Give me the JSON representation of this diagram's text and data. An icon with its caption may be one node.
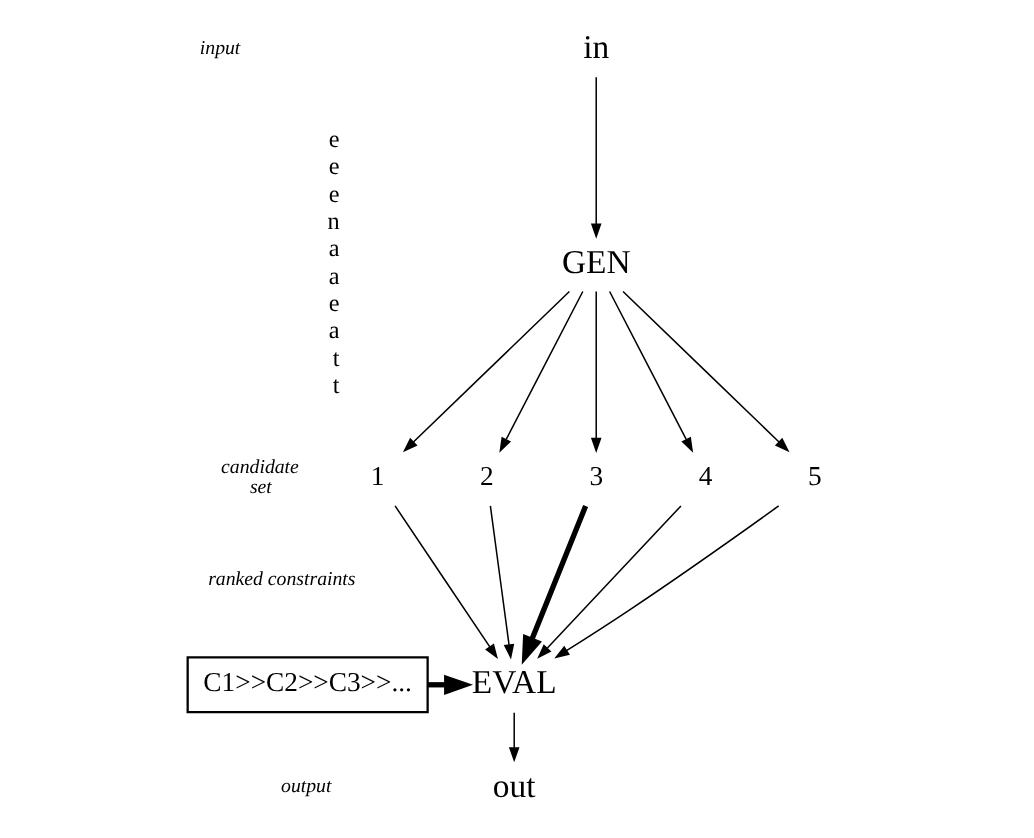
{
  "diagram": {
    "nodes": [
      {
        "text": [
          "in"
        ]
      },
      {
        "text": [
          "GEN"
        ]
      },
      {
        "text": [
          "1"
        ]
      },
      {
        "text": [
          "2"
        ]
      },
      {
        "text": [
          "3"
        ]
      },
      {
        "text": [
          "4"
        ]
      },
      {
        "text": [
          "5"
        ]
      },
      {
        "text": [
          "EVAL"
        ]
      },
      {
        "text": [
          "out"
        ]
      },
      {
        "text": [
          "C1>>C2>>C3>>..."
        ]
      }
    ],
    "edges": [
      {
        "from": 0,
        "to": 1,
        "arrow": "to"
      },
      {
        "from": 1,
        "to": 2,
        "arrow": "to"
      },
      {
        "from": 1,
        "to": 3,
        "arrow": "to"
      },
      {
        "from": 1,
        "to": 4,
        "arrow": "to"
      },
      {
        "from": 1,
        "to": 5,
        "arrow": "to"
      },
      {
        "from": 1,
        "to": 6,
        "arrow": "to"
      },
      {
        "from": 2,
        "to": 7,
        "arrow": "to"
      },
      {
        "from": 3,
        "to": 7,
        "arrow": "to"
      },
      {
        "from": 4,
        "to": 7,
        "arrow": "to",
        "style": "thick"
      },
      {
        "from": 5,
        "to": 7,
        "arrow": "to"
      },
      {
        "from": 6,
        "to": 7,
        "arrow": "to"
      },
      {
        "from": 9,
        "to": 7,
        "arrow": "to",
        "style": "thick"
      },
      {
        "from": 7,
        "to": 8,
        "arrow": "to"
      }
    ],
    "labels": [
      "e",
      "e",
      "e",
      "n",
      "a",
      "a",
      "e",
      "a",
      "t",
      "t",
      "input",
      "candidate set",
      "ranked constraints",
      "output"
    ]
  }
}
